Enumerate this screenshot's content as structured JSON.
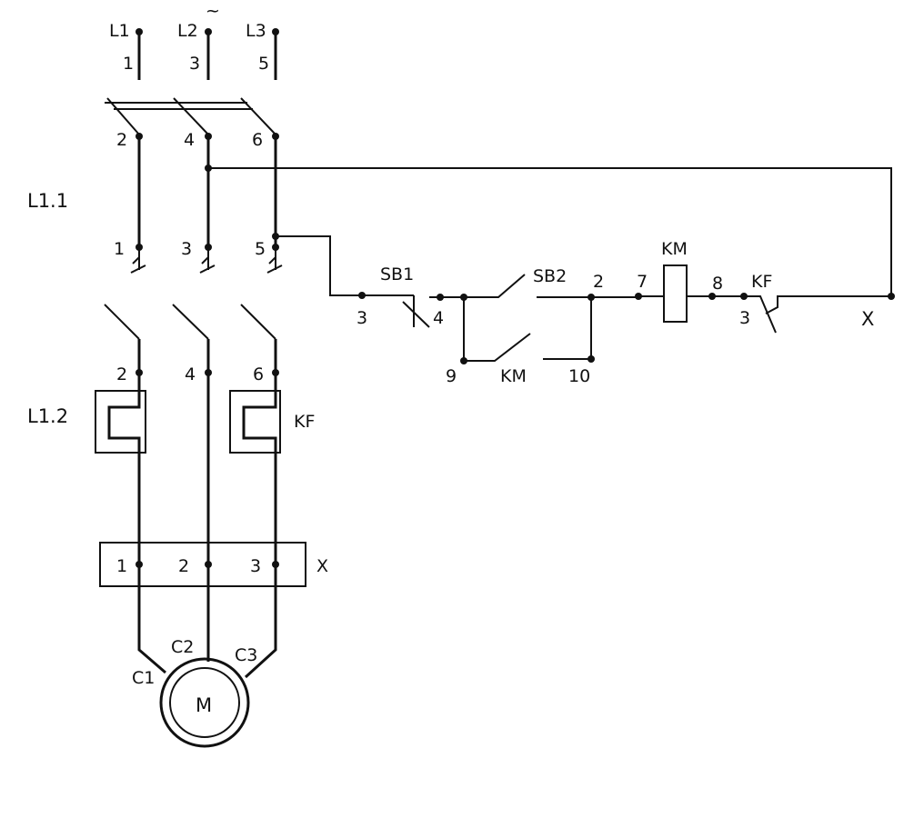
{
  "phases": {
    "l1": "L1",
    "l2": "L2",
    "l3": "L3",
    "n1": "1",
    "n3": "3",
    "n5": "5",
    "tilde": "~"
  },
  "switch_top": {
    "label": "L1.1",
    "out": [
      "2",
      "4",
      "6"
    ],
    "in": [
      "1",
      "3",
      "5"
    ]
  },
  "switch_bottom": {
    "label": "L1.2",
    "out": [
      "2",
      "4",
      "6"
    ]
  },
  "relay_kf_label": "KF",
  "terminal_block": {
    "label": "X",
    "terms": [
      "1",
      "2",
      "3"
    ]
  },
  "motor": {
    "label": "M",
    "c1": "C1",
    "c2": "C2",
    "c3": "C3"
  },
  "control": {
    "sb1": "SB1",
    "sb2": "SB2",
    "km_coil": "KM",
    "km_contact": "KM",
    "kf_contact": "KF",
    "x": "X",
    "n3": "3",
    "n4": "4",
    "n9": "9",
    "n2": "2",
    "n10": "10",
    "n7": "7",
    "n8": "8",
    "n3b": "3"
  }
}
